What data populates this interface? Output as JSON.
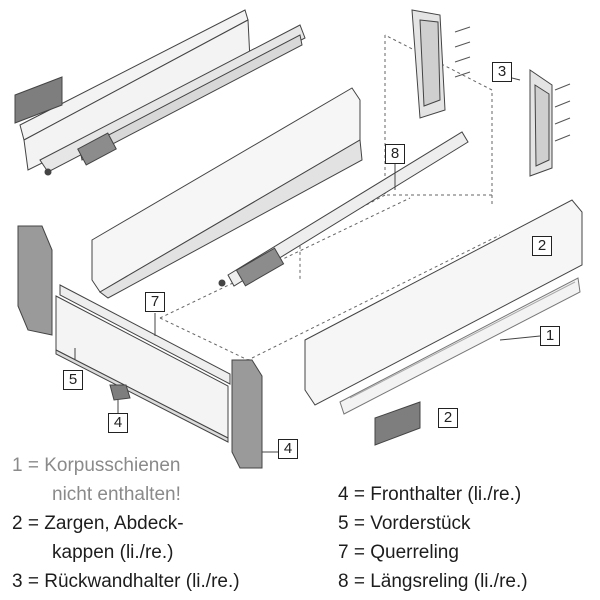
{
  "callouts": {
    "c1": "1",
    "c2a": "2",
    "c2b": "2",
    "c3": "3",
    "c4a": "4",
    "c4b": "4",
    "c5": "5",
    "c7": "7",
    "c8": "8"
  },
  "legend": {
    "item1_line1": "1 = Korpusschienen",
    "item1_line2": "nicht enthalten!",
    "item2_line1": "2 = Zargen, Abdeck-",
    "item2_line2": "kappen (li./re.)",
    "item3": "3 = Rückwandhalter (li./re.)",
    "item4": "4 = Fronthalter (li./re.)",
    "item5": "5 = Vorderstück",
    "item7": "7 = Querreling",
    "item8": "8 = Längsreling (li./re.)"
  },
  "colors": {
    "muted_text": "#8a8a8a",
    "dark_text": "#1d1d1d",
    "panel_gray": "#9a9a9a",
    "light_gray": "#e8e8e8"
  }
}
